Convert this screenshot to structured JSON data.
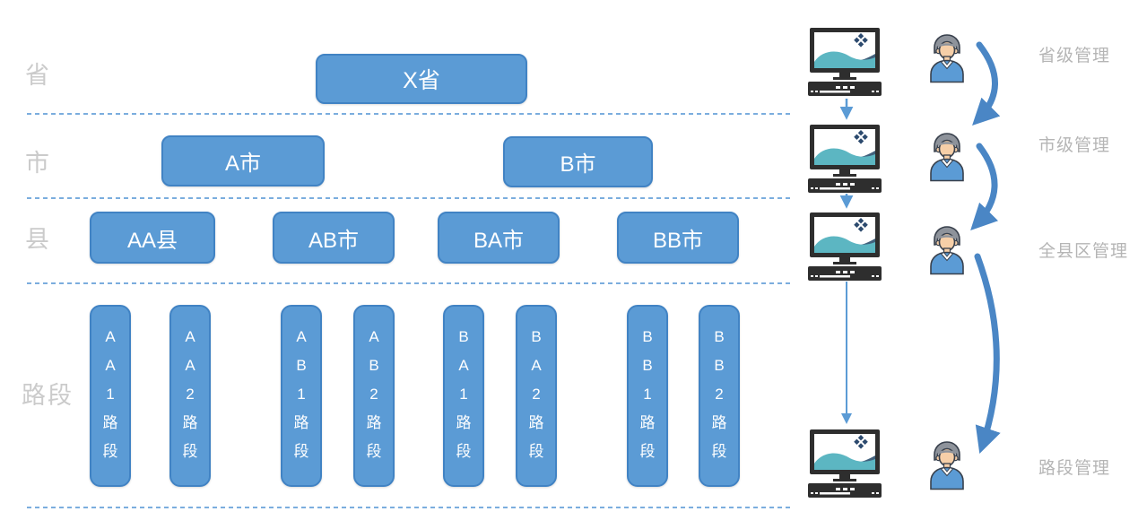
{
  "hierarchy": {
    "row_labels": [
      {
        "id": "province",
        "label": "省"
      },
      {
        "id": "city",
        "label": "市"
      },
      {
        "id": "county",
        "label": "县"
      },
      {
        "id": "road_section",
        "label": "路段"
      }
    ],
    "province_boxes": [
      {
        "label": "X省"
      }
    ],
    "city_boxes": [
      {
        "label": "A市"
      },
      {
        "label": "B市"
      }
    ],
    "county_boxes": [
      {
        "label": "AA县"
      },
      {
        "label": "AB市"
      },
      {
        "label": "BA市"
      },
      {
        "label": "BB市"
      }
    ],
    "section_boxes": [
      {
        "label": "AA1路段"
      },
      {
        "label": "AA2路段"
      },
      {
        "label": "AB1路段"
      },
      {
        "label": "AB2路段"
      },
      {
        "label": "BA1路段"
      },
      {
        "label": "BA2路段"
      },
      {
        "label": "BB1路段"
      },
      {
        "label": "BB2路段"
      }
    ]
  },
  "management": {
    "levels": [
      {
        "label": "省级管理",
        "icons": [
          "monitor-icon",
          "user-icon"
        ]
      },
      {
        "label": "市级管理",
        "icons": [
          "monitor-icon",
          "user-icon"
        ]
      },
      {
        "label": "全县区管理",
        "icons": [
          "monitor-icon",
          "user-icon"
        ]
      },
      {
        "label": "路段管理",
        "icons": [
          "monitor-icon",
          "user-icon"
        ]
      }
    ]
  },
  "colors": {
    "box_fill": "#5b9bd5",
    "box_border": "#4183c4",
    "box_text": "#ffffff",
    "dashed_line": "#7badde",
    "row_label_gray": "#cbcbcb",
    "level_label_gray": "#b5b5b5",
    "straight_arrow": "#5b9bd5",
    "curved_arrow": "#4a86c5",
    "monitor_dark": "#2e2e2e",
    "screen_wave_teal": "#5cb6c2",
    "screen_wave_slate": "#41607c",
    "person_shirt": "#5b9bd5",
    "person_hair": "#8e939b",
    "person_skin": "#f6cfa8"
  }
}
